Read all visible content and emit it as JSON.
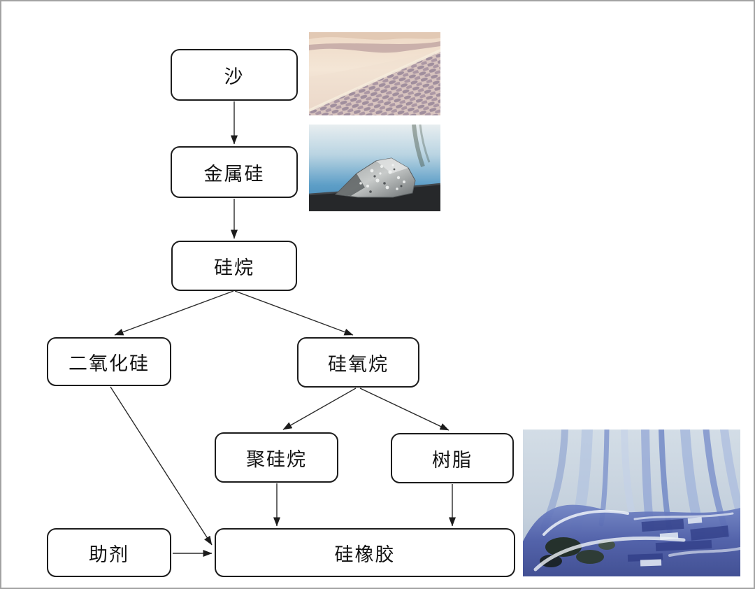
{
  "page": {
    "type": "flowchart",
    "background": "#ffffff",
    "frame_border_color": "#a3a3a3"
  },
  "nodes": {
    "sand": {
      "label": "沙"
    },
    "metal_silicon": {
      "label": "金属硅"
    },
    "silane": {
      "label": "硅烷"
    },
    "silicon_dioxide": {
      "label": "二氧化硅"
    },
    "siloxane": {
      "label": "硅氧烷"
    },
    "polysilane": {
      "label": "聚硅烷"
    },
    "resin": {
      "label": "树脂"
    },
    "additive": {
      "label": "助剂"
    },
    "silicone_rubber": {
      "label": "硅橡胶"
    }
  },
  "edges": [
    {
      "from": "sand",
      "to": "metal_silicon"
    },
    {
      "from": "metal_silicon",
      "to": "silane"
    },
    {
      "from": "silane",
      "to": "silicon_dioxide"
    },
    {
      "from": "silane",
      "to": "siloxane"
    },
    {
      "from": "siloxane",
      "to": "polysilane"
    },
    {
      "from": "siloxane",
      "to": "resin"
    },
    {
      "from": "polysilane",
      "to": "silicone_rubber"
    },
    {
      "from": "resin",
      "to": "silicone_rubber"
    },
    {
      "from": "silicon_dioxide",
      "to": "silicone_rubber"
    },
    {
      "from": "additive",
      "to": "silicone_rubber"
    }
  ],
  "photos": {
    "sand_dunes": {
      "name": "sand-dunes-photo"
    },
    "silicon_rock": {
      "name": "metallic-silicon-rock-photo"
    },
    "silicone_rubber": {
      "name": "silicone-rubber-photo"
    }
  },
  "style": {
    "node_border_color": "#1c1c1c",
    "node_fill": "#ffffff",
    "node_text_color": "#111111",
    "arrow_color": "#1c1c1c"
  }
}
